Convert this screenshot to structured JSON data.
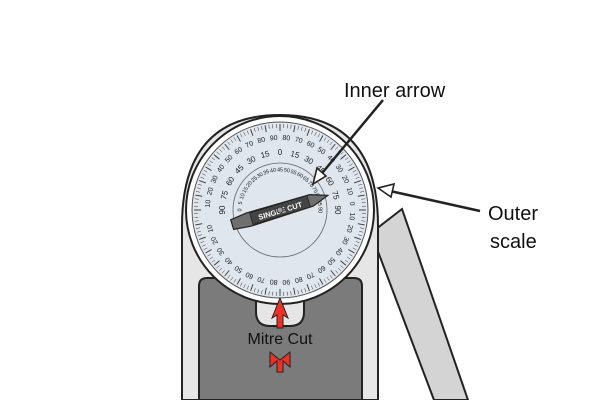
{
  "labels": {
    "inner_arrow": "Inner arrow",
    "outer_scale_line1": "Outer",
    "outer_scale_line2": "scale",
    "mitre_cut": "Mitre Cut",
    "single_cut": "SINGLE CUT"
  },
  "dial": {
    "outer_scale": {
      "top": [
        "10",
        "20",
        "30",
        "40",
        "50",
        "60",
        "70",
        "80",
        "90",
        "80",
        "70",
        "60",
        "50",
        "40",
        "30",
        "20",
        "10",
        "0"
      ],
      "bottom": [
        "10",
        "20",
        "30",
        "40",
        "50",
        "60",
        "70",
        "80",
        "90",
        "80",
        "70",
        "60",
        "50",
        "40",
        "30",
        "20",
        "10"
      ]
    },
    "inner_scale": [
      "0",
      "5",
      "10",
      "15",
      "20",
      "25",
      "30",
      "35",
      "40",
      "45",
      "50",
      "55",
      "60",
      "65",
      "70",
      "75",
      "80",
      "85",
      "90"
    ],
    "middle_scale": [
      "90",
      "75",
      "60",
      "45",
      "30",
      "15",
      "0",
      "15",
      "30",
      "45",
      "60",
      "75",
      "90"
    ]
  },
  "colors": {
    "outline": "#222222",
    "dial_face": "#dfe6ee",
    "dial_ring": "#ffffff",
    "body_light": "#e6e6e6",
    "body_dark": "#7b7b7b",
    "arm": "#d4d4d4",
    "pointer": "#6f6f6f",
    "mitre_arrow": "#ee3124"
  }
}
